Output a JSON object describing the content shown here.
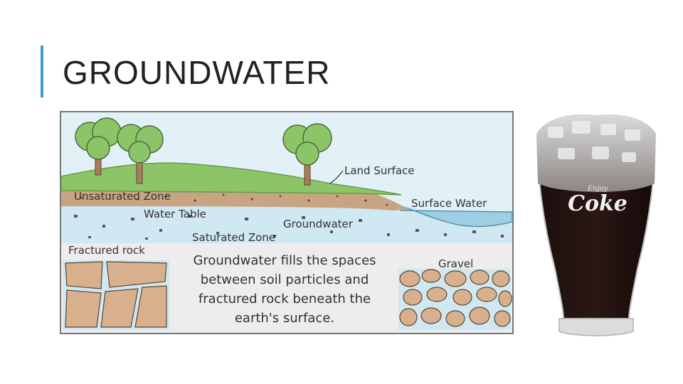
{
  "slide": {
    "title": "GROUNDWATER",
    "accent_color": "#3aa0c8"
  },
  "diagram": {
    "labels": {
      "land_surface": "Land Surface",
      "unsaturated_zone": "Unsaturated Zone",
      "surface_water": "Surface Water",
      "water_table": "Water Table",
      "groundwater": "Groundwater",
      "saturated_zone": "Saturated Zone",
      "fractured_rock": "Fractured rock",
      "gravel": "Gravel"
    },
    "caption_lines": [
      "Groundwater fills the spaces",
      "between soil particles and",
      "fractured rock beneath the",
      "earth's surface."
    ],
    "colors": {
      "sky": "#e2f1f7",
      "grass": "#8cc468",
      "soil": "#c9a482",
      "saturated": "#cfe8f2",
      "water": "#9ccfe4",
      "rock": "#d8b08e",
      "bedrock_bg": "#ededed",
      "tree_leaf": "#8cc468",
      "tree_trunk": "#a87e5a"
    }
  },
  "photo": {
    "glass_brand_small": "Enjoy",
    "glass_brand": "Coke"
  }
}
